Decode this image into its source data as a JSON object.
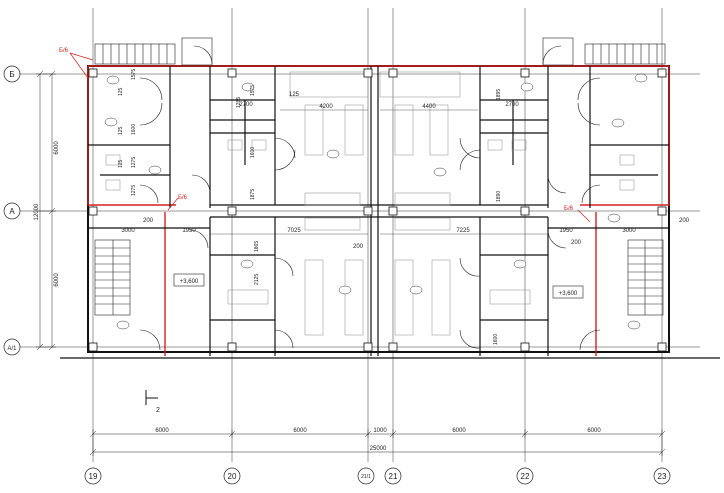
{
  "axes": {
    "bottom": [
      "19",
      "20",
      "21/1",
      "21",
      "22",
      "23"
    ],
    "left": [
      "Б",
      "А",
      "А/1"
    ]
  },
  "bottom_dims": {
    "segments": [
      "6000",
      "6000",
      "1000",
      "6000",
      "6000"
    ],
    "total": "25000"
  },
  "left_dims": {
    "upper": "6000",
    "lower": "6000",
    "total": "12000"
  },
  "red_labels": [
    "Б/6",
    "Б/6",
    "Б/6"
  ],
  "room_dims": [
    "4200",
    "4400",
    "7025",
    "7225",
    "3000",
    "3000",
    "2700",
    "2700",
    "1950",
    "1950",
    "200",
    "200",
    "200",
    "200"
  ],
  "small_dims": [
    "125",
    "1575",
    "125",
    "1600",
    "1275",
    "125",
    "1275",
    "1285",
    "1575",
    "1600",
    "1875",
    "1895",
    "125",
    "1890",
    "1865",
    "2125",
    "1600"
  ],
  "elevation_left": "+3,600",
  "elevation_right": "+3,600",
  "section_mark": "2"
}
